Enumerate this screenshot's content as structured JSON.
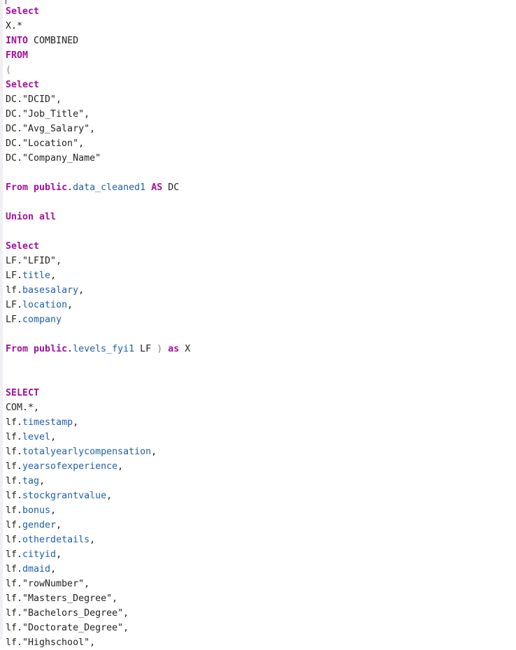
{
  "editor": {
    "lines": [
      [
        {
          "t": "Select",
          "c": "kw"
        }
      ],
      [
        {
          "t": "X.*",
          "c": ""
        }
      ],
      [
        {
          "t": "INTO",
          "c": "kw"
        },
        {
          "t": " COMBINED",
          "c": ""
        }
      ],
      [
        {
          "t": "FROM",
          "c": "kw"
        }
      ],
      [
        {
          "t": "(",
          "c": "pn"
        }
      ],
      [
        {
          "t": "Select",
          "c": "kw"
        }
      ],
      [
        {
          "t": "DC.\"DCID\",",
          "c": ""
        }
      ],
      [
        {
          "t": "DC.\"Job_Title\",",
          "c": ""
        }
      ],
      [
        {
          "t": "DC.\"Avg_Salary\",",
          "c": ""
        }
      ],
      [
        {
          "t": "DC.\"Location\",",
          "c": ""
        }
      ],
      [
        {
          "t": "DC.\"Company_Name\"",
          "c": ""
        }
      ],
      [],
      [
        {
          "t": "From",
          "c": "kw"
        },
        {
          "t": " ",
          "c": ""
        },
        {
          "t": "public",
          "c": "kw"
        },
        {
          "t": ".",
          "c": ""
        },
        {
          "t": "data_cleaned1",
          "c": "id"
        },
        {
          "t": " ",
          "c": ""
        },
        {
          "t": "AS",
          "c": "kw"
        },
        {
          "t": " DC",
          "c": ""
        }
      ],
      [],
      [
        {
          "t": "Union all",
          "c": "kw"
        }
      ],
      [],
      [
        {
          "t": "Select",
          "c": "kw"
        }
      ],
      [
        {
          "t": "LF.\"LFID\",",
          "c": ""
        }
      ],
      [
        {
          "t": "LF.",
          "c": ""
        },
        {
          "t": "title",
          "c": "id"
        },
        {
          "t": ",",
          "c": ""
        }
      ],
      [
        {
          "t": "lf.",
          "c": ""
        },
        {
          "t": "basesalary",
          "c": "id"
        },
        {
          "t": ",",
          "c": ""
        }
      ],
      [
        {
          "t": "LF.",
          "c": ""
        },
        {
          "t": "location",
          "c": "id"
        },
        {
          "t": ",",
          "c": ""
        }
      ],
      [
        {
          "t": "LF.",
          "c": ""
        },
        {
          "t": "company",
          "c": "id"
        }
      ],
      [],
      [
        {
          "t": "From",
          "c": "kw"
        },
        {
          "t": " ",
          "c": ""
        },
        {
          "t": "public",
          "c": "kw"
        },
        {
          "t": ".",
          "c": ""
        },
        {
          "t": "levels_fyi1",
          "c": "id"
        },
        {
          "t": " LF ",
          "c": ""
        },
        {
          "t": ")",
          "c": "pn"
        },
        {
          "t": " ",
          "c": ""
        },
        {
          "t": "as",
          "c": "kw"
        },
        {
          "t": " X",
          "c": ""
        }
      ],
      [],
      [],
      [
        {
          "t": "SELECT",
          "c": "kw"
        }
      ],
      [
        {
          "t": "COM.*,",
          "c": ""
        }
      ],
      [
        {
          "t": "lf.",
          "c": ""
        },
        {
          "t": "timestamp",
          "c": "id"
        },
        {
          "t": ",",
          "c": ""
        }
      ],
      [
        {
          "t": "lf.",
          "c": ""
        },
        {
          "t": "level",
          "c": "id"
        },
        {
          "t": ",",
          "c": ""
        }
      ],
      [
        {
          "t": "lf.",
          "c": ""
        },
        {
          "t": "totalyearlycompensation",
          "c": "id"
        },
        {
          "t": ",",
          "c": ""
        }
      ],
      [
        {
          "t": "lf.",
          "c": ""
        },
        {
          "t": "yearsofexperience",
          "c": "id"
        },
        {
          "t": ",",
          "c": ""
        }
      ],
      [
        {
          "t": "lf.",
          "c": ""
        },
        {
          "t": "tag",
          "c": "id"
        },
        {
          "t": ",",
          "c": ""
        }
      ],
      [
        {
          "t": "lf.",
          "c": ""
        },
        {
          "t": "stockgrantvalue",
          "c": "id"
        },
        {
          "t": ",",
          "c": ""
        }
      ],
      [
        {
          "t": "lf.",
          "c": ""
        },
        {
          "t": "bonus",
          "c": "id"
        },
        {
          "t": ",",
          "c": ""
        }
      ],
      [
        {
          "t": "lf.",
          "c": ""
        },
        {
          "t": "gender",
          "c": "id"
        },
        {
          "t": ",",
          "c": ""
        }
      ],
      [
        {
          "t": "lf.",
          "c": ""
        },
        {
          "t": "otherdetails",
          "c": "id"
        },
        {
          "t": ",",
          "c": ""
        }
      ],
      [
        {
          "t": "lf.",
          "c": ""
        },
        {
          "t": "cityid",
          "c": "id"
        },
        {
          "t": ",",
          "c": ""
        }
      ],
      [
        {
          "t": "lf.",
          "c": ""
        },
        {
          "t": "dmaid",
          "c": "id"
        },
        {
          "t": ",",
          "c": ""
        }
      ],
      [
        {
          "t": "lf.\"rowNumber\",",
          "c": ""
        }
      ],
      [
        {
          "t": "lf.\"Masters_Degree\",",
          "c": ""
        }
      ],
      [
        {
          "t": "lf.\"Bachelors_Degree\",",
          "c": ""
        }
      ],
      [
        {
          "t": "lf.\"Doctorate_Degree\",",
          "c": ""
        }
      ],
      [
        {
          "t": "lf.\"Highschool\",",
          "c": ""
        }
      ]
    ]
  }
}
